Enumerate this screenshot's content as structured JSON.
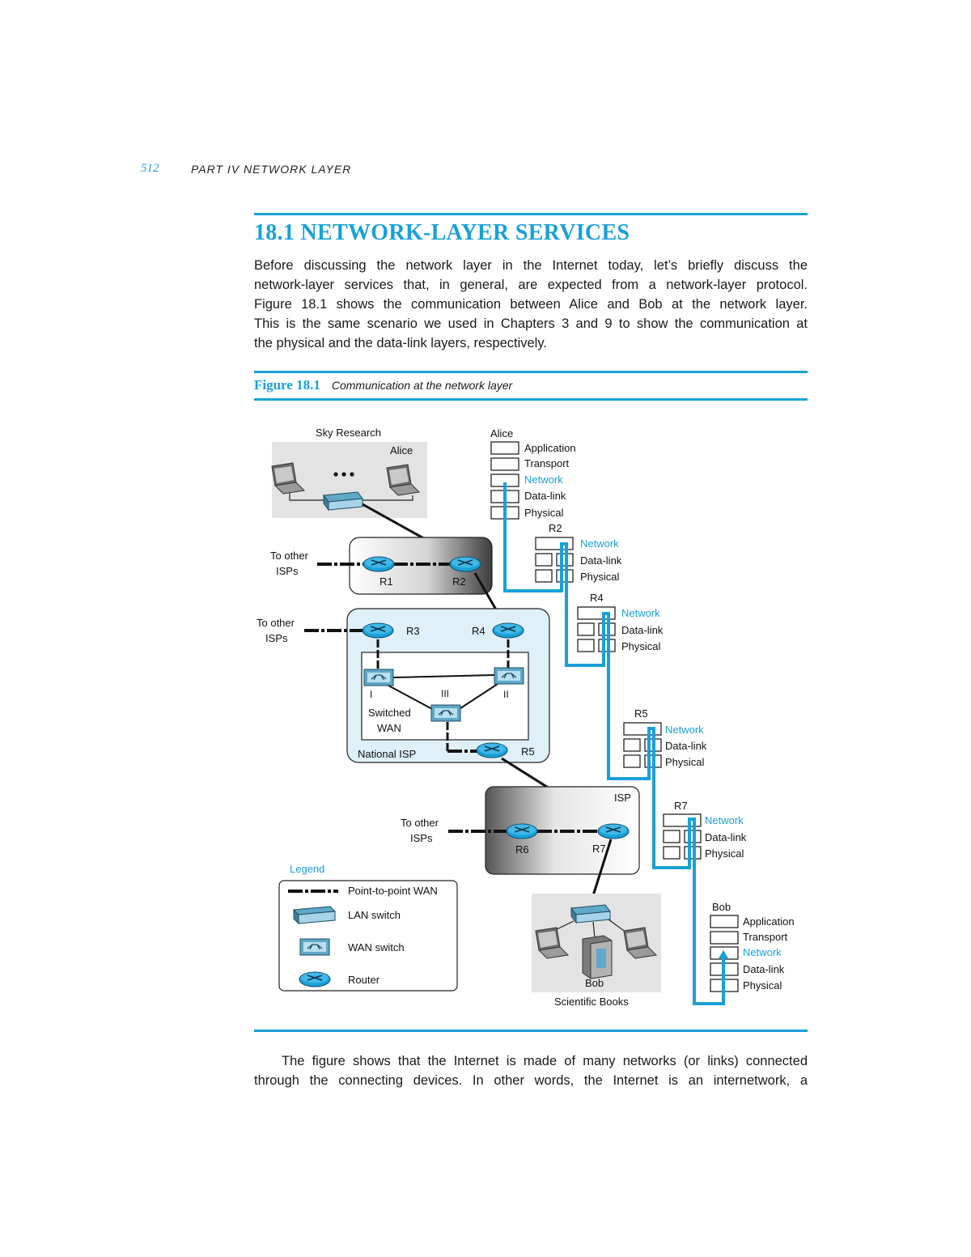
{
  "header": {
    "page_number": "512",
    "part": "PART IV   NETWORK LAYER"
  },
  "section": {
    "title": "18.1   NETWORK-LAYER SERVICES"
  },
  "intro_lines": [
    "Before discussing the network layer in the Internet today, let’s briefly discuss the",
    "network-layer services that, in general, are expected from a network-layer protocol.",
    "Figure 18.1 shows the communication between Alice and Bob at the network layer.",
    "This is the same scenario we used in Chapters 3 and 9 to show the communication at",
    "the physical and the data-link layers, respectively."
  ],
  "figure": {
    "label": "Figure 18.1",
    "caption": "Communication at the network layer",
    "sky_research": "Sky Research",
    "alice": "Alice",
    "bob": "Bob",
    "scientific_books": "Scientific Books",
    "national_isp": "National ISP",
    "isp": "ISP",
    "switched_wan_1": "Switched",
    "switched_wan_2": "WAN",
    "to_other_1": "To other",
    "to_other_2": "ISPs",
    "routers": {
      "r1": "R1",
      "r2": "R2",
      "r3": "R3",
      "r4": "R4",
      "r5": "R5",
      "r6": "R6",
      "r7": "R7"
    },
    "wan_switches": {
      "s1": "I",
      "s2": "II",
      "s3": "III"
    },
    "layers": {
      "application": "Application",
      "transport": "Transport",
      "network": "Network",
      "datalink": "Data-link",
      "physical": "Physical"
    },
    "legend": {
      "title": "Legend",
      "p2p": "Point-to-point WAN",
      "lan_switch": "LAN switch",
      "wan_switch": "WAN switch",
      "router": "Router"
    },
    "colors": {
      "accent": "#1aa0d8",
      "isp_fill": "#dff0f8"
    }
  },
  "closing_lines": [
    "The figure shows that the Internet is made of many networks (or links) connected",
    "through the connecting devices. In other words, the Internet is an internetwork, a"
  ]
}
